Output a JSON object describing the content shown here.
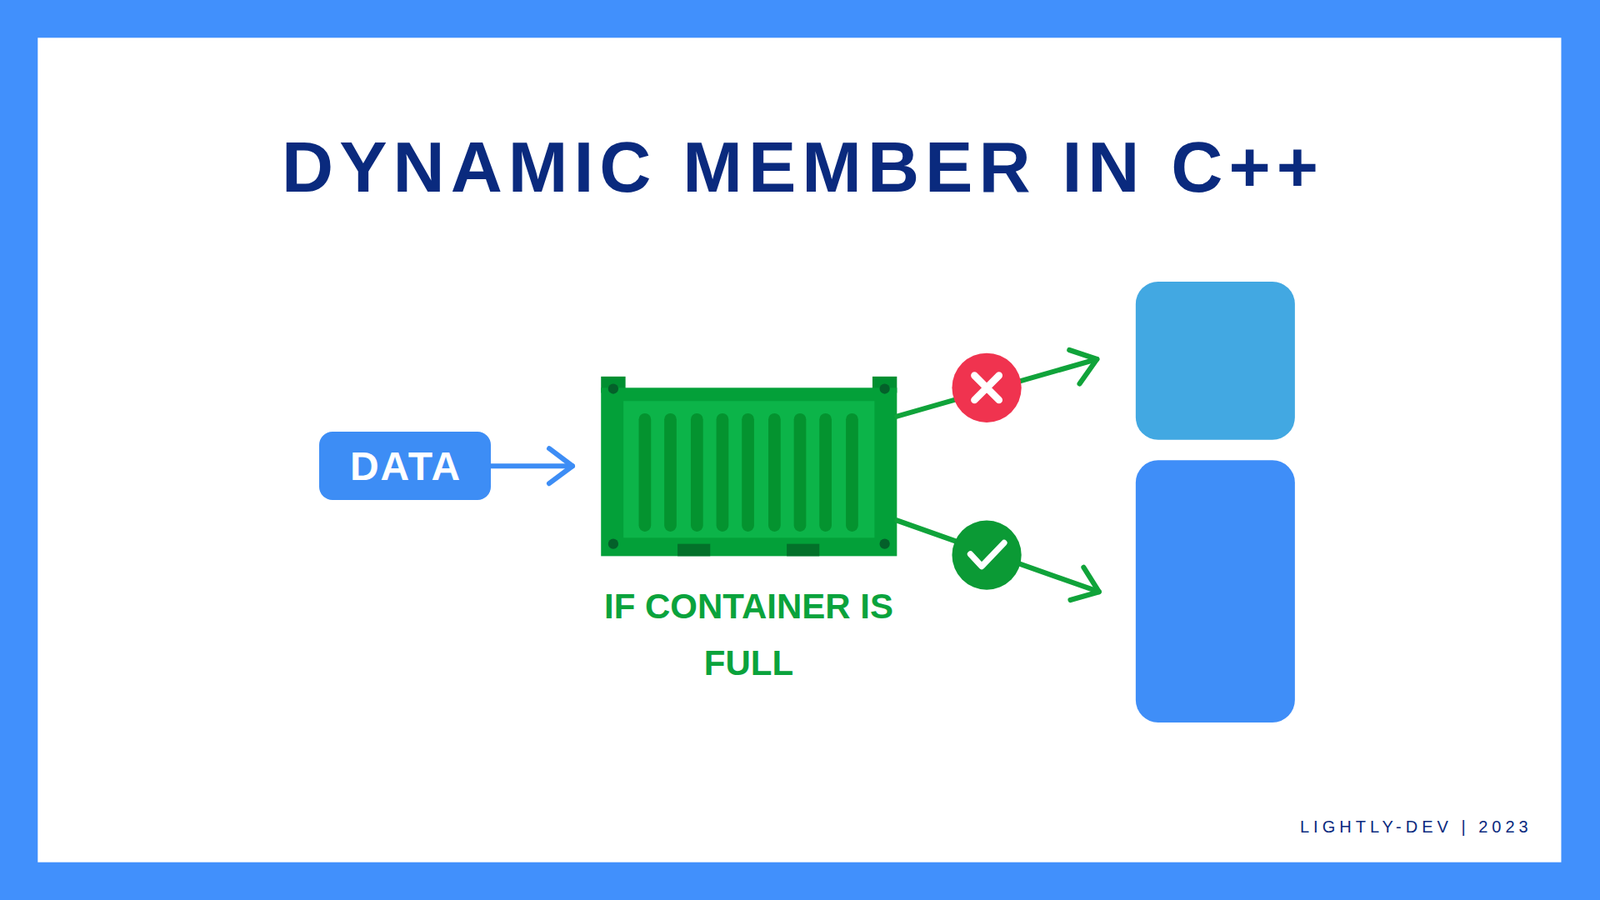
{
  "diagram": {
    "title": "DYNAMIC MEMBER IN C++",
    "nodes": [
      {
        "text": [
          "DATA"
        ]
      },
      {
        "text": [
          "IF CONTAINER IS FULL"
        ]
      }
    ],
    "edges": [
      {
        "from": 0,
        "to": 1,
        "arrow": "to"
      }
    ],
    "labels": [
      "LIGHTLY-DEV | 2023"
    ]
  }
}
